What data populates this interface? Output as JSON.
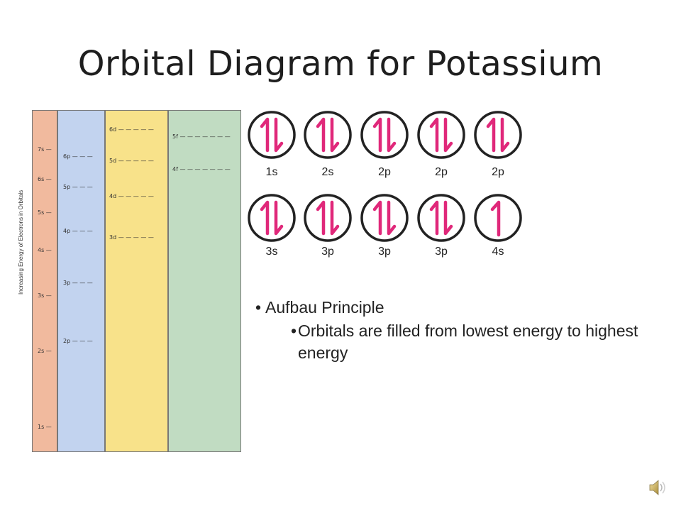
{
  "title": "Orbital Diagram for Potassium",
  "energy_chart": {
    "axis_label": "Increasing Energy of Electrons in Orbitals",
    "s_levels": [
      "7s",
      "6s",
      "5s",
      "4s",
      "3s",
      "2s",
      "1s"
    ],
    "p_levels": [
      "6p",
      "5p",
      "4p",
      "3p",
      "2p"
    ],
    "d_levels": [
      "6d",
      "5d",
      "4d",
      "3d"
    ],
    "f_levels": [
      "5f",
      "4f"
    ],
    "colors": {
      "s": "#f1ba9e",
      "p": "#c2d3ef",
      "d": "#f8e28a",
      "f": "#c1dcc2"
    }
  },
  "orbitals": {
    "row1": [
      {
        "label": "1s",
        "electrons": "paired"
      },
      {
        "label": "2s",
        "electrons": "paired"
      },
      {
        "label": "2p",
        "electrons": "paired"
      },
      {
        "label": "2p",
        "electrons": "paired"
      },
      {
        "label": "2p",
        "electrons": "paired"
      }
    ],
    "row2": [
      {
        "label": "3s",
        "electrons": "paired"
      },
      {
        "label": "3p",
        "electrons": "paired"
      },
      {
        "label": "3p",
        "electrons": "paired"
      },
      {
        "label": "3p",
        "electrons": "paired"
      },
      {
        "label": "4s",
        "electrons": "single"
      }
    ],
    "arrow_color": "#e0287a"
  },
  "bullets": {
    "main": "Aufbau Principle",
    "sub": "Orbitals are filled from lowest energy to highest energy"
  },
  "speaker_icon": "speaker-icon"
}
